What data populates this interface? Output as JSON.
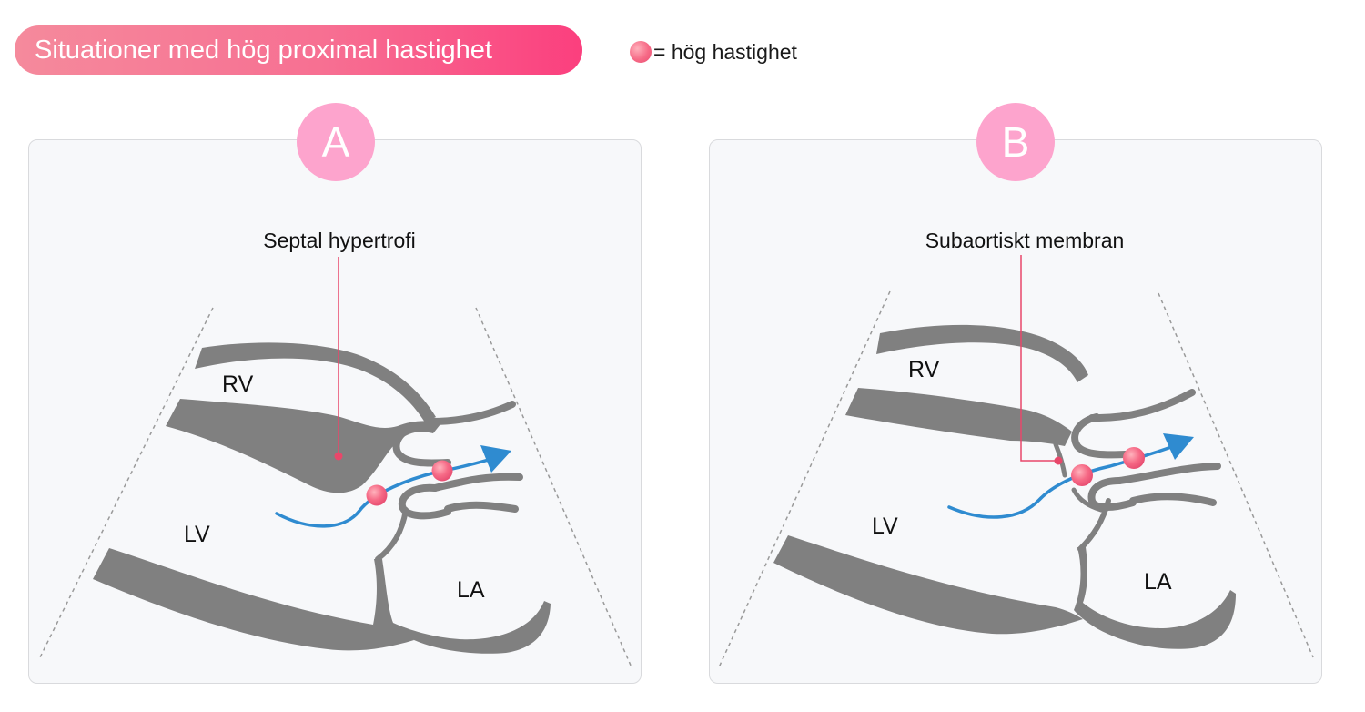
{
  "title": "Situationer med hög proximal hastighet",
  "legend": {
    "text": "= hög hastighet"
  },
  "panels": [
    {
      "badge": "A",
      "annotation": "Septal hypertrofi",
      "labels": {
        "rv": "RV",
        "lv": "LV",
        "la": "LA"
      }
    },
    {
      "badge": "B",
      "annotation": "Subaortiskt membran",
      "labels": {
        "rv": "RV",
        "lv": "LV",
        "la": "LA"
      }
    }
  ],
  "colors": {
    "title_gradient": [
      "#f58a9c",
      "#fb3f7e"
    ],
    "badge": "#fda4cd",
    "tissue": "#808080",
    "flow_arrow": "#2f8bd0",
    "high_velocity_marker": "#f66a86",
    "leader_line": "#e8476a",
    "panel_background": "#f7f8fa"
  }
}
